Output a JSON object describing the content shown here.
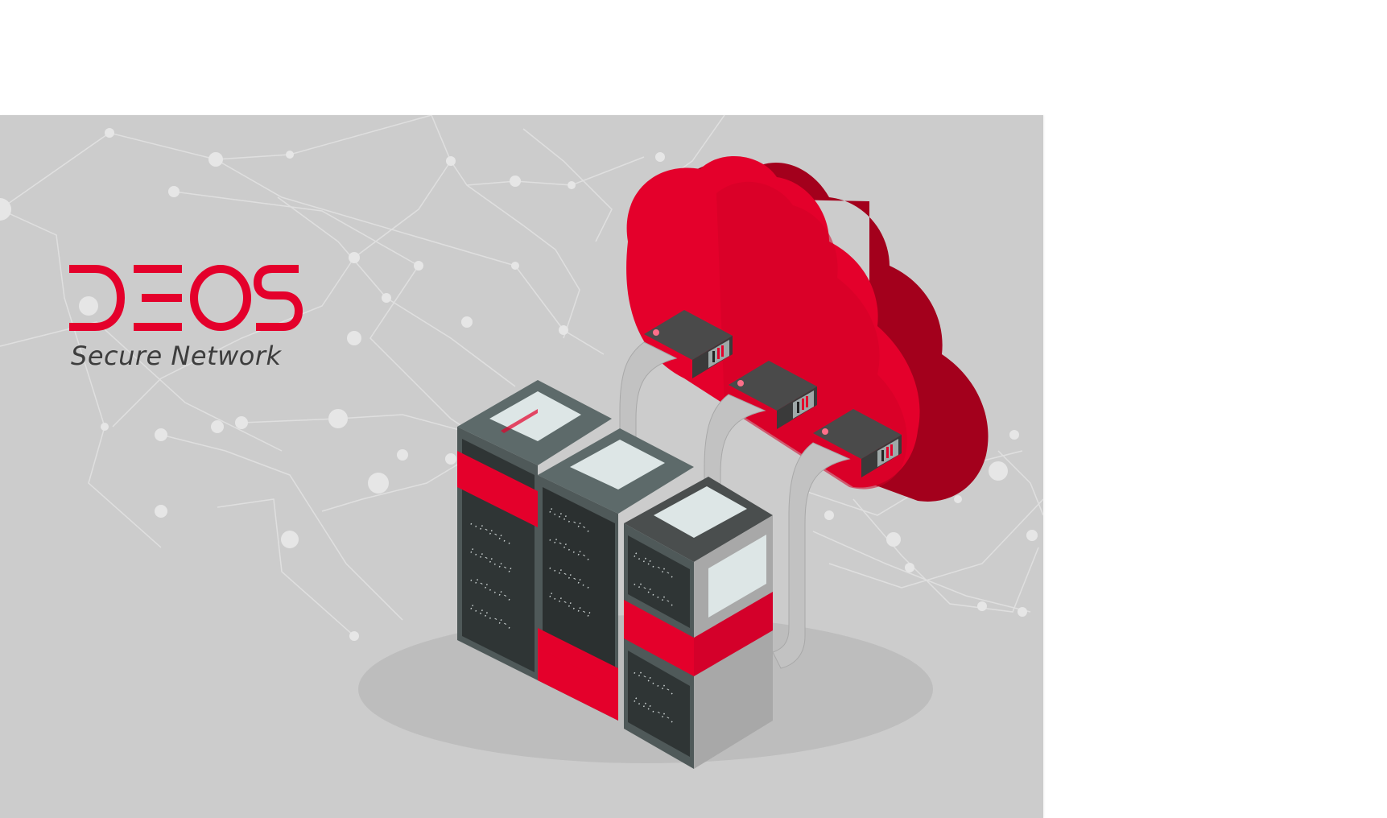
{
  "banner": {
    "background_color": "#cccccc",
    "brand": {
      "name": "DEOS",
      "tagline": "Secure Network",
      "logo_color": "#e4002b",
      "tagline_color": "#3d3d3d"
    },
    "illustration": {
      "subject": "isometric server racks connected by ribbon cables to a red cloud",
      "cloud_color": "#e4002b",
      "cloud_side_color": "#a3001c",
      "server_count": 3,
      "connector_count": 3,
      "background_pattern": "network-constellation"
    }
  }
}
